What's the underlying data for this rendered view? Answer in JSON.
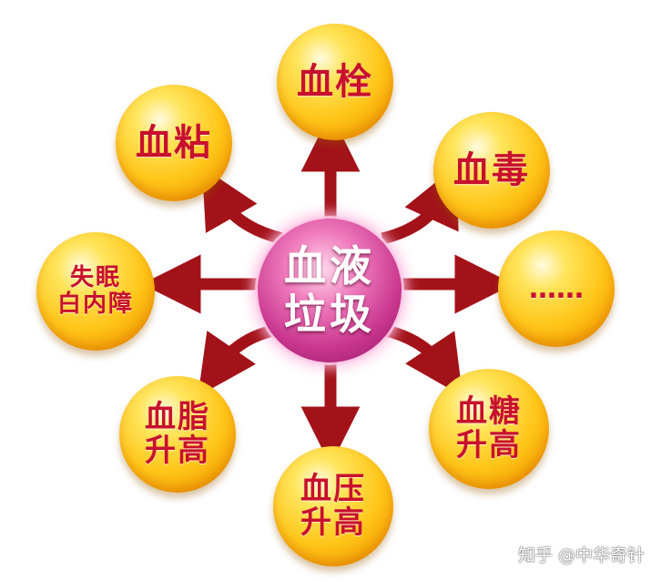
{
  "diagram": {
    "center": {
      "line1": "血液",
      "line2": "垃圾"
    },
    "nodes": {
      "top": {
        "line1": "血栓",
        "line2": ""
      },
      "top_left": {
        "line1": "血粘",
        "line2": ""
      },
      "top_right": {
        "line1": "血毒",
        "line2": ""
      },
      "left": {
        "line1": "失眠",
        "line2": "白内障"
      },
      "right": {
        "line1": "……",
        "line2": ""
      },
      "bottom_left": {
        "line1": "血脂",
        "line2": "升高"
      },
      "bottom": {
        "line1": "血压",
        "line2": "升高"
      },
      "bottom_right": {
        "line1": "血糖",
        "line2": "升高"
      }
    }
  },
  "colors": {
    "arrow": "#a31219",
    "node_text": "#c8102e",
    "center_fill": "#c8368d",
    "node_fill": "#ffc61a"
  },
  "watermark": "知乎 @中华奇针"
}
